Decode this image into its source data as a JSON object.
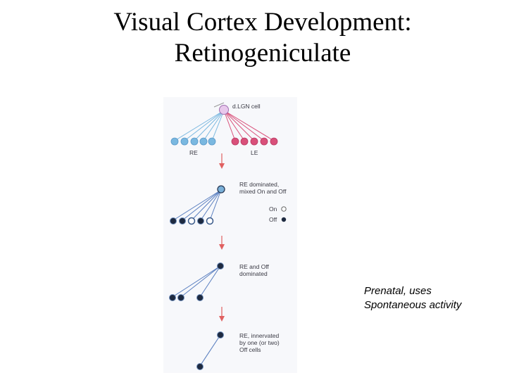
{
  "title": {
    "line1": "Visual Cortex Development:",
    "line2": "Retinogeniculate"
  },
  "diagram": {
    "panel1": {
      "cell_label": "d.LGN cell",
      "left_group": "RE",
      "right_group": "LE"
    },
    "panel2": {
      "caption_line1": "RE dominated,",
      "caption_line2": "mixed On and Off",
      "legend_on": "On",
      "legend_off": "Off"
    },
    "panel3": {
      "caption_line1": "RE and Off",
      "caption_line2": "dominated"
    },
    "panel4": {
      "caption_line1": "RE, innervated",
      "caption_line2": "by one (or two)",
      "caption_line3": "Off cells"
    }
  },
  "note": {
    "line1": "Prenatal, uses",
    "line2": "Spontaneous activity"
  },
  "colors": {
    "re_blue": "#7ab8e0",
    "le_pink": "#d9507a",
    "arrow_red": "#e06060",
    "axon_blue": "#5a7fc0",
    "off_dark": "#1e2a40"
  }
}
